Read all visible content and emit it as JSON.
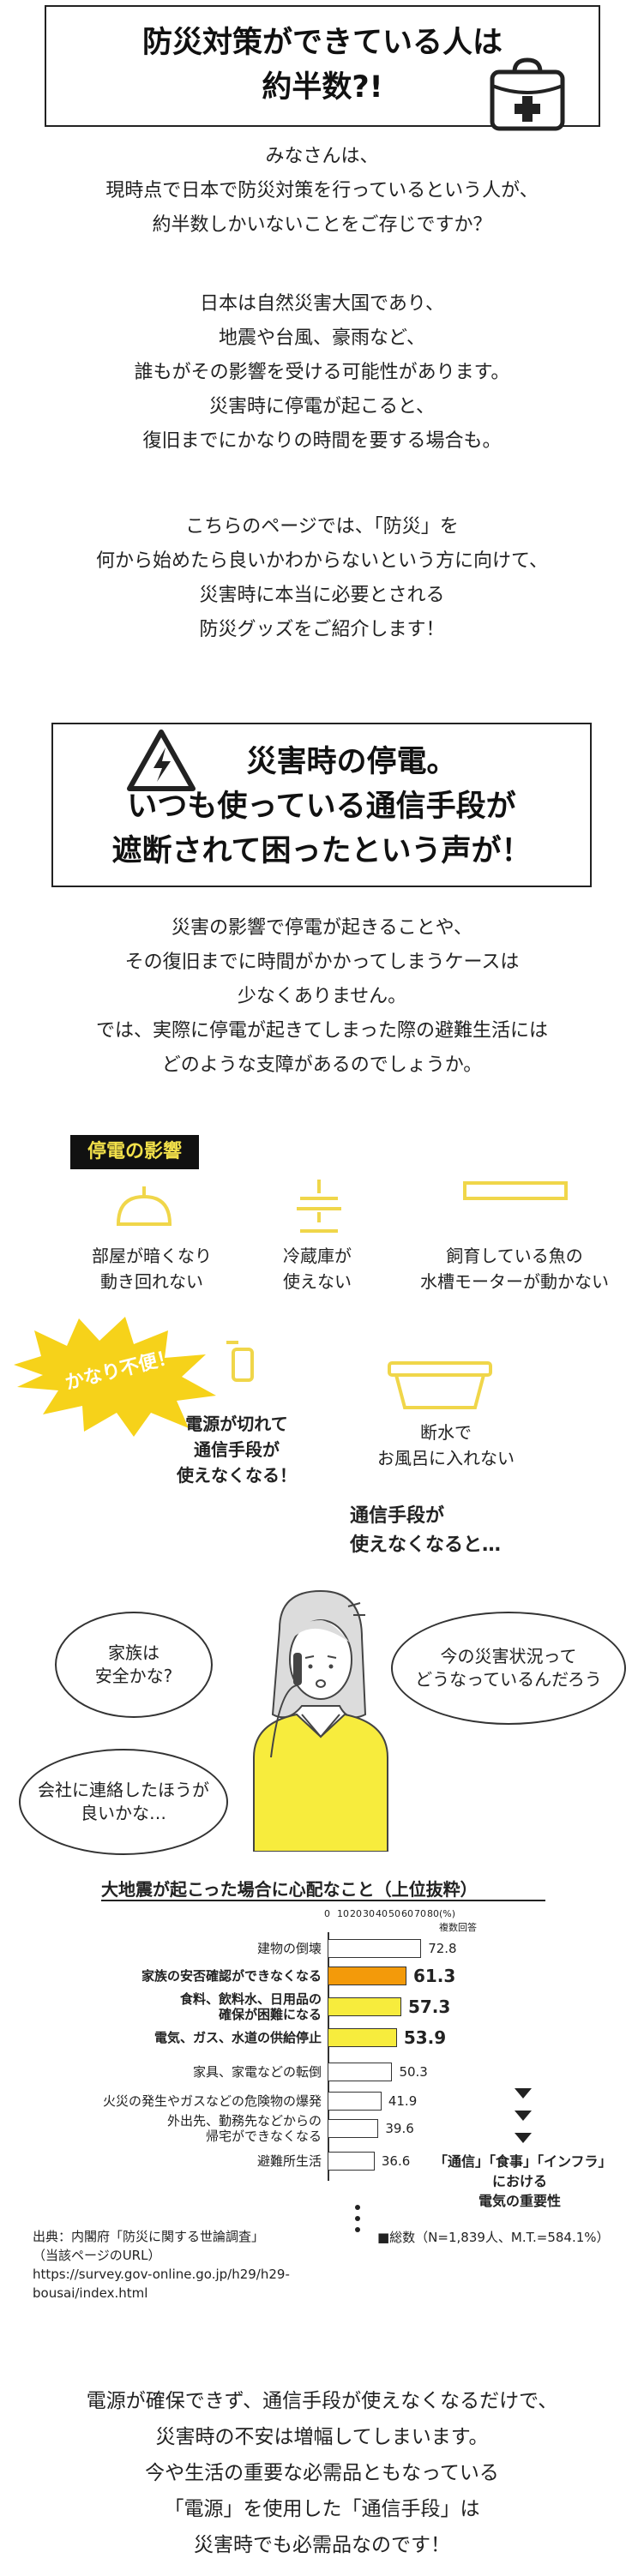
{
  "section1": {
    "title_lines": [
      "防災対策ができている人は",
      "約半数?!"
    ],
    "paragraphs": [
      [
        "みなさんは、",
        "現時点で日本で防災対策を行っているという人が、",
        "約半数しかいないことをご存じですか？"
      ],
      [
        "日本は自然災害大国であり、",
        "地震や台風、豪雨など、",
        "誰もがその影響を受ける可能性があります。",
        "災害時に停電が起こると、",
        "復旧までにかなりの時間を要する場合も。"
      ],
      [
        "こちらのページでは、「防災」を",
        "何から始めたら良いかわからないという方に向けて、",
        "災害時に本当に必要とされる",
        "防災グッズをご紹介します！"
      ]
    ]
  },
  "section2": {
    "title_lines": [
      "災害時の停電。",
      "いつも使っている通信手段が",
      "遮断されて困ったという声が！"
    ],
    "paragraph": [
      "災害の影響で停電が起きることや、",
      "その復旧までに時間がかかってしまうケースは",
      "少なくありません。",
      "では、実際に停電が起きてしまった際の避難生活には",
      "どのような支障があるのでしょうか。"
    ]
  },
  "impact": {
    "header": "停電の影響",
    "items": [
      {
        "lines": [
          "部屋が暗くなり",
          "動き回れない"
        ],
        "icon": "ceiling-light-icon"
      },
      {
        "lines": [
          "冷蔵庫が",
          "使えない"
        ],
        "icon": "refrigerator-icon"
      },
      {
        "lines": [
          "飼育している魚の",
          "水槽モーターが動かない"
        ],
        "icon": "aquarium-icon"
      },
      {
        "lines": [
          "電源が切れて",
          "通信手段が",
          "使えなくなる！"
        ],
        "icon": "smartphone-icon"
      },
      {
        "lines": [
          "断水で",
          "お風呂に入れない"
        ],
        "icon": "bathtub-icon"
      }
    ],
    "burst": "かなり不便！",
    "comm_lines": [
      "通信手段が",
      "使えなくなると…"
    ],
    "bubbles": [
      [
        "家族は",
        "安全かな?"
      ],
      [
        "今の災害状況って",
        "どうなっているんだろう"
      ],
      [
        "会社に連絡したほうが",
        "良いかな…"
      ]
    ]
  },
  "chart_data": {
    "type": "bar",
    "title": "大地震が起こった場合に心配なこと（上位抜粋）",
    "xlabel": "(%)",
    "legend_label": "複数回答",
    "xticks": [
      "0",
      "10",
      "20",
      "30",
      "40",
      "50",
      "60",
      "70",
      "80"
    ],
    "xlim": [
      0,
      80
    ],
    "categories": [
      "建物の倒壊",
      "家族の安否確認ができなくなる",
      "食料、飲料水、日用品の確保が困難になる",
      "電気、ガス、水道の供給停止",
      "家具、家電などの転倒",
      "火災の発生やガスなどの危険物の爆発",
      "外出先、勤務先などからの帰宅ができなくなる",
      "避難所生活"
    ],
    "category_lines": [
      [
        "建物の倒壊"
      ],
      [
        "家族の安否確認ができなくなる"
      ],
      [
        "食料、飲料水、日用品の",
        "確保が困難になる"
      ],
      [
        "電気、ガス、水道の供給停止"
      ],
      [
        "家具、家電などの転倒"
      ],
      [
        "火災の発生やガスなどの危険物の爆発"
      ],
      [
        "外出先、勤務先などからの",
        "帰宅ができなくなる"
      ],
      [
        "避難所生活"
      ]
    ],
    "values": [
      72.8,
      61.3,
      57.3,
      53.9,
      50.3,
      41.9,
      39.6,
      36.6
    ],
    "value_labels": [
      "72.8",
      "61.3",
      "57.3",
      "53.9",
      "50.3",
      "41.9",
      "39.6",
      "36.6"
    ],
    "highlight": [
      "none",
      "orange",
      "yellow",
      "yellow",
      "none",
      "none",
      "none",
      "none"
    ],
    "bar_colors": {
      "orange": "#f39a0a",
      "yellow": "#f7ec3d",
      "none": "#ffffff"
    },
    "note_lines": [
      "「通信」「食事」「インフラ」",
      "における",
      "電気の重要性"
    ],
    "total_note": "■総数（N=1,839人、M.T.=584.1%）",
    "source_lines": [
      "出典：内閣府「防災に関する世論調査」",
      "（当該ページのURL）",
      "https://survey.gov-online.go.jp/h29/h29-bousai/index.html"
    ]
  },
  "closing": [
    "電源が確保できず、通信手段が使えなくなるだけで、",
    "災害時の不安は増幅してしまいます。",
    "今や生活の重要な必需品ともなっている",
    "「電源」を使用した「通信手段」は",
    "災害時でも必需品なのです！"
  ],
  "colors": {
    "accent_yellow": "#f0d64a",
    "header_bg": "#111111",
    "header_text": "#f3e14a",
    "burst": "#f6d21a"
  }
}
